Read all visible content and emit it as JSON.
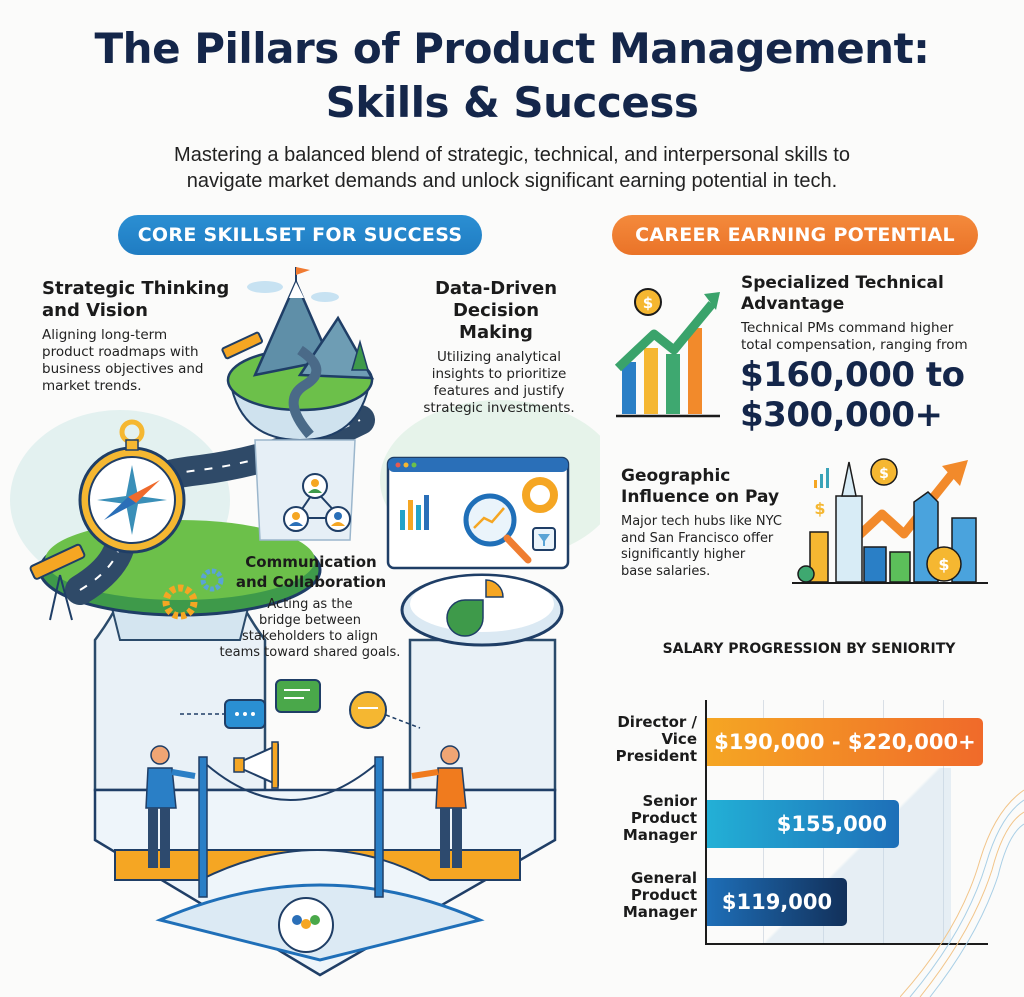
{
  "header": {
    "title_line1": "The Pillars of Product Management:",
    "title_line2": "Skills & Success",
    "subtitle_line1": "Mastering a balanced blend of strategic, technical, and interpersonal skills to",
    "subtitle_line2": "navigate market demands and unlock significant earning potential in tech."
  },
  "skills_section": {
    "label": "CORE SKILLSET FOR SUCCESS",
    "color": "#2185c9",
    "skills": [
      {
        "title_lines": [
          "Strategic Thinking",
          "and Vision"
        ],
        "desc_lines": [
          "Aligning long-term",
          "product roadmaps with",
          "business objectives and",
          "market trends."
        ],
        "icon": "compass-mountain-road-icon"
      },
      {
        "title_lines": [
          "Data-Driven",
          "Decision",
          "Making"
        ],
        "desc_lines": [
          "Utilizing analytical",
          "insights to prioritize",
          "features and justify",
          "strategic investments."
        ],
        "icon": "dashboard-magnifier-icon"
      },
      {
        "title_lines": [
          "Communication",
          "and Collaboration"
        ],
        "desc_lines": [
          "Acting as the",
          "bridge between",
          "stakeholders to align",
          "teams toward shared goals."
        ],
        "icon": "bridge-people-icon"
      }
    ]
  },
  "career_section": {
    "label": "CAREER EARNING POTENTIAL",
    "color": "#ef7d31",
    "technical": {
      "title_lines": [
        "Specialized Technical",
        "Advantage"
      ],
      "desc_lines": [
        "Technical PMs command higher",
        "total compensation, ranging from"
      ],
      "range_lines": [
        "$160,000 to",
        "$300,000+"
      ],
      "icon": "growth-chart-dollar-icon"
    },
    "geographic": {
      "title_lines": [
        "Geographic",
        "Influence on Pay"
      ],
      "desc_lines": [
        "Major tech hubs like NYC",
        "and San Francisco offer",
        "significantly higher",
        "base salaries."
      ],
      "icon": "city-skyline-dollar-icon"
    }
  },
  "chart_data": {
    "type": "bar",
    "orientation": "horizontal",
    "title": "SALARY PROGRESSION BY SENIORITY",
    "categories": [
      "Director / Vice President",
      "Senior Product Manager",
      "General Product Manager"
    ],
    "category_lines": [
      [
        "Director /",
        "Vice",
        "President"
      ],
      [
        "Senior",
        "Product",
        "Manager"
      ],
      [
        "General",
        "Product",
        "Manager"
      ]
    ],
    "values": [
      220000,
      155000,
      119000
    ],
    "value_ranges": [
      [
        190000,
        220000
      ],
      [
        155000,
        155000
      ],
      [
        119000,
        119000
      ]
    ],
    "data_labels": [
      "$190,000 - $220,000+",
      "$155,000",
      "$119,000"
    ],
    "colors": [
      "#f28a2b",
      "#1f8ac8",
      "#173f73"
    ],
    "xlabel": "",
    "ylabel": "",
    "grid": true,
    "legend": "none"
  }
}
